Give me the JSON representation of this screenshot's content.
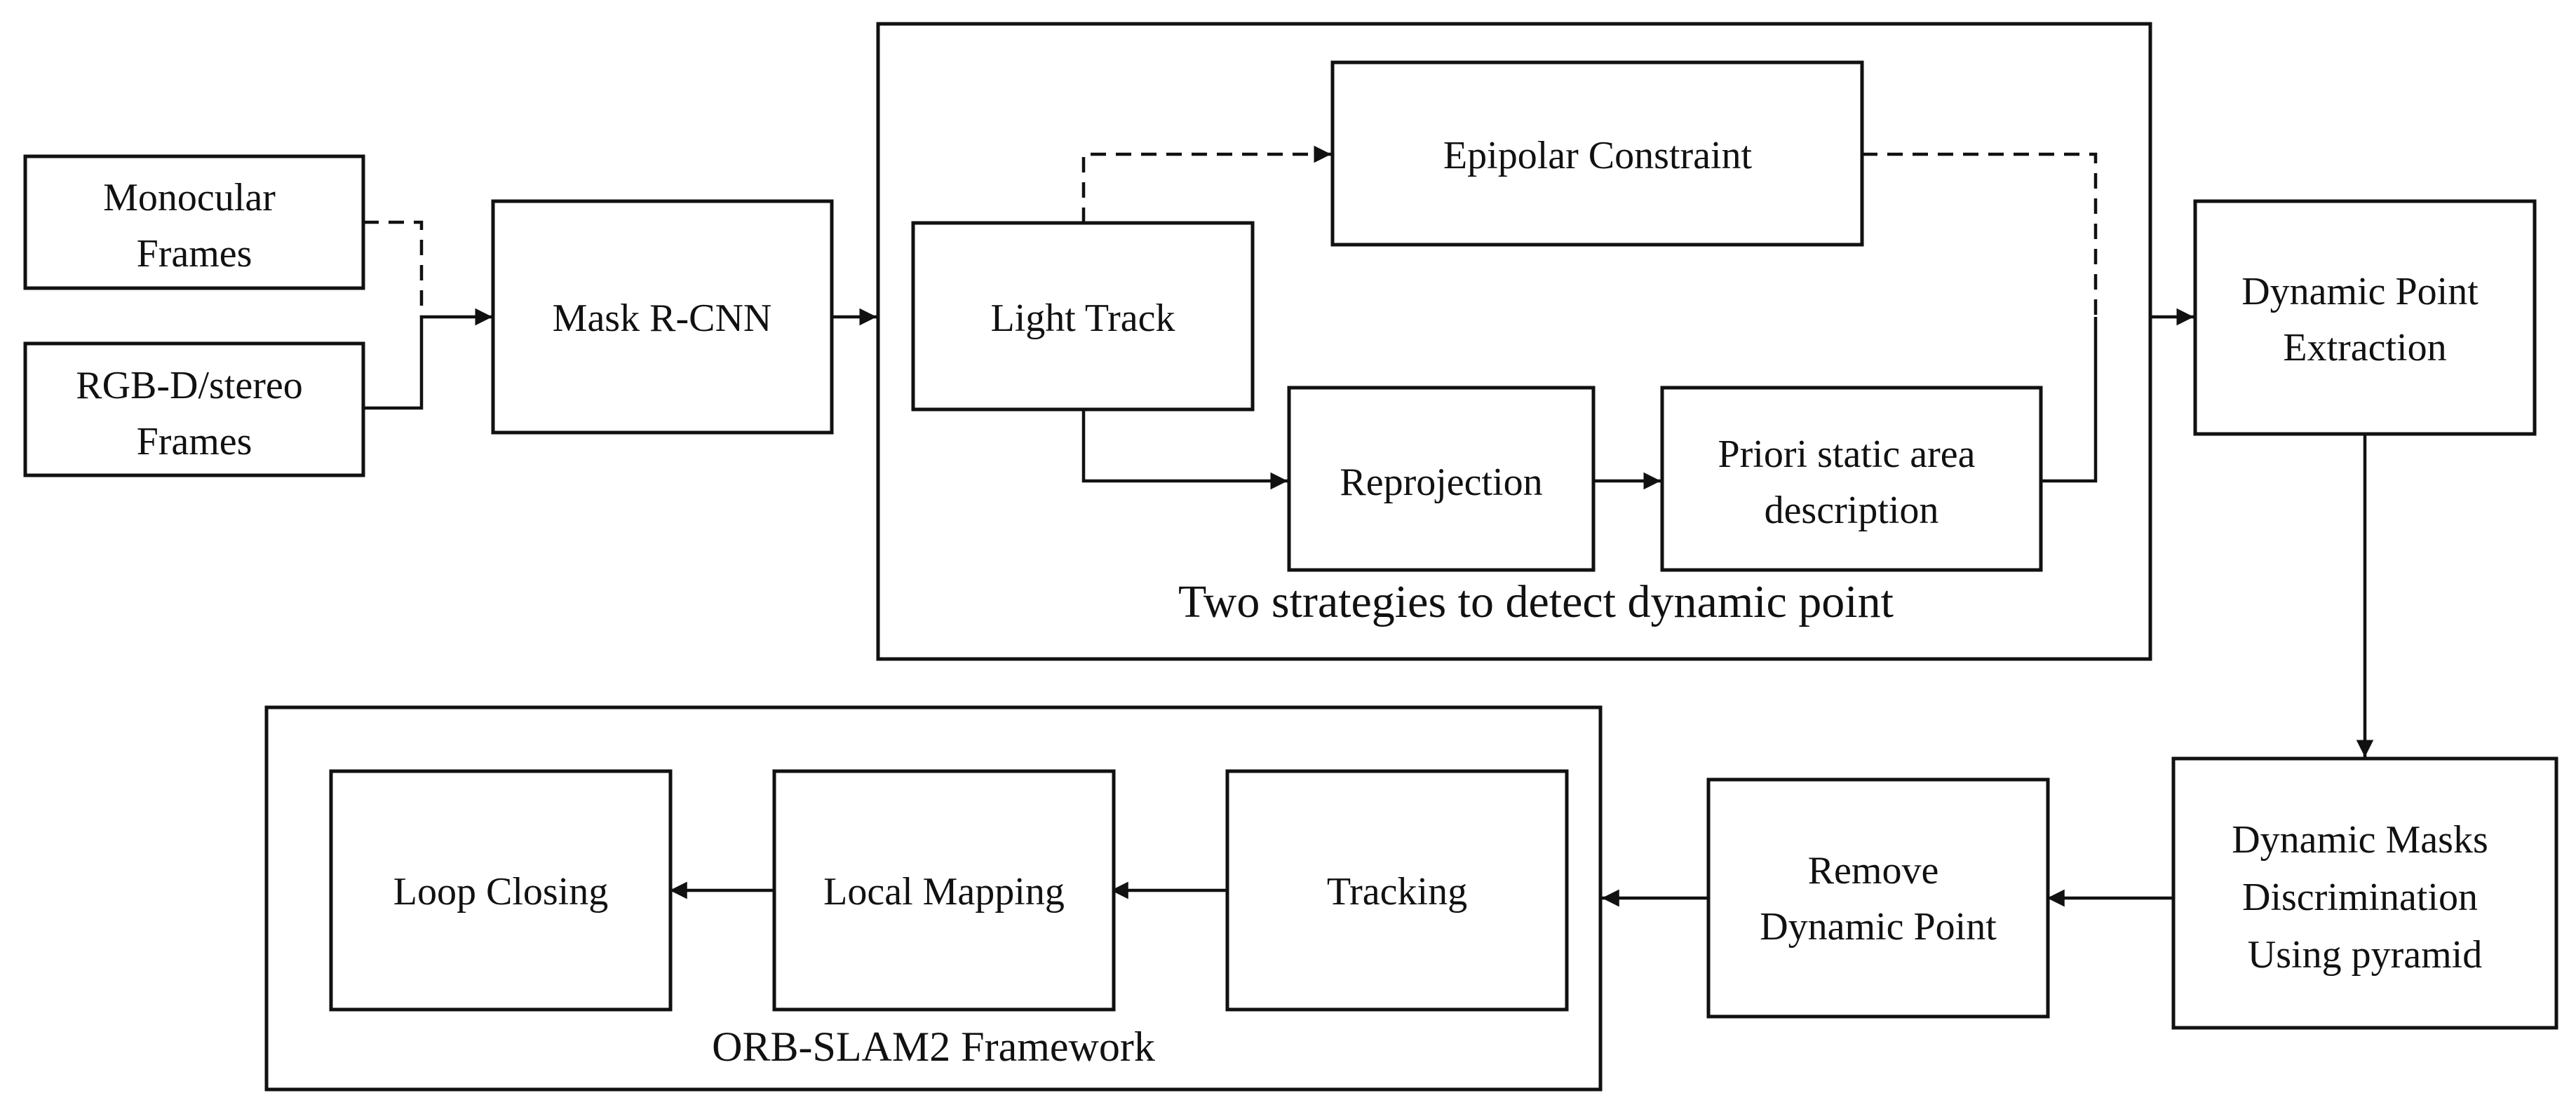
{
  "nodes": {
    "monocular": [
      "Monocular",
      "Frames"
    ],
    "rgbd": [
      "RGB-D/stereo",
      "Frames"
    ],
    "mask_rcnn": [
      "Mask R-CNN"
    ],
    "light_track": [
      "Light Track"
    ],
    "epipolar": [
      "Epipolar Constraint"
    ],
    "reprojection": [
      "Reprojection"
    ],
    "priori": [
      "Priori static area",
      "description"
    ],
    "dyn_extract": [
      "Dynamic Point",
      "Extraction"
    ],
    "dyn_masks": [
      "Dynamic Masks",
      "Discrimination",
      "Using pyramid"
    ],
    "remove": [
      "Remove",
      "Dynamic Point"
    ],
    "tracking": [
      "Tracking"
    ],
    "local_mapping": [
      "Local Mapping"
    ],
    "loop_closing": [
      "Loop Closing"
    ]
  },
  "groups": {
    "strategies": "Two strategies to detect dynamic point",
    "orbslam": "ORB-SLAM2 Framework"
  },
  "colors": {
    "stroke": "#111111",
    "background": "#ffffff"
  }
}
